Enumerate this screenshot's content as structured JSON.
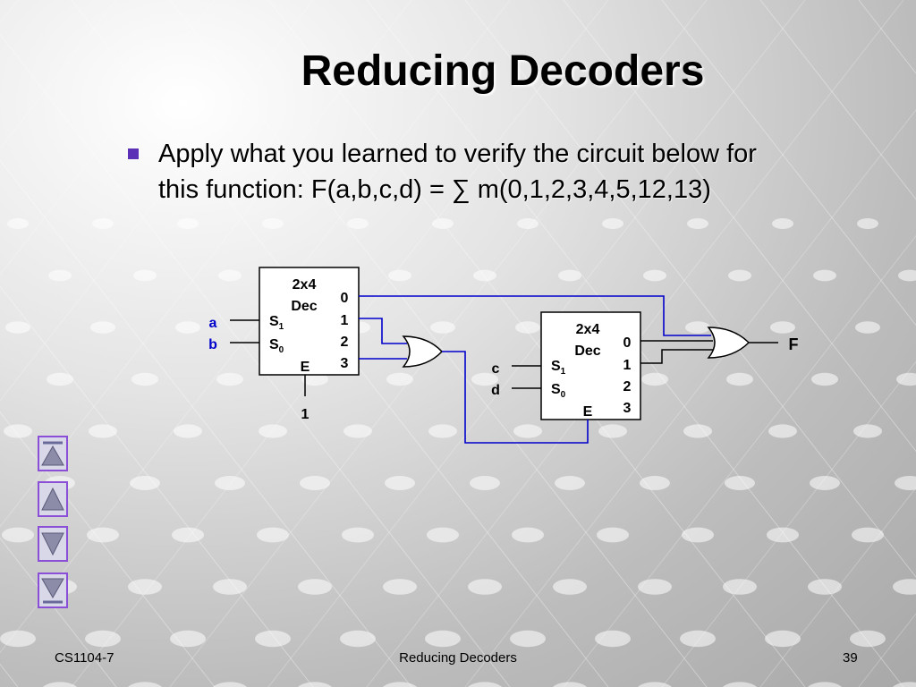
{
  "slide": {
    "title": "Reducing Decoders",
    "bullet": {
      "line1": "Apply what you learned to verify the circuit below for",
      "line2": "this function: F(a,b,c,d) = ∑ m(0,1,2,3,4,5,12,13)"
    }
  },
  "circuit": {
    "decoder1": {
      "title_line1": "2x4",
      "title_line2": "Dec",
      "select1": "S",
      "select1_sub": "1",
      "select0": "S",
      "select0_sub": "0",
      "enable": "E",
      "outputs": [
        "0",
        "1",
        "2",
        "3"
      ]
    },
    "decoder2": {
      "title_line1": "2x4",
      "title_line2": "Dec",
      "select1": "S",
      "select1_sub": "1",
      "select0": "S",
      "select0_sub": "0",
      "enable": "E",
      "outputs": [
        "0",
        "1",
        "2",
        "3"
      ]
    },
    "inputs": {
      "a": "a",
      "b": "b",
      "c": "c",
      "d": "d"
    },
    "enable_value": "1",
    "output_label": "F"
  },
  "footer": {
    "left": "CS1104-7",
    "center": "Reducing Decoders",
    "page": "39"
  },
  "colors": {
    "wire_blue": "#0000cc",
    "input_label_blue": "#0000cc",
    "bullet": "#5b2fb6",
    "nav_border": "#8a4fd6"
  },
  "nav": [
    "first-slide-icon",
    "previous-slide-icon",
    "next-slide-icon",
    "last-slide-icon"
  ]
}
